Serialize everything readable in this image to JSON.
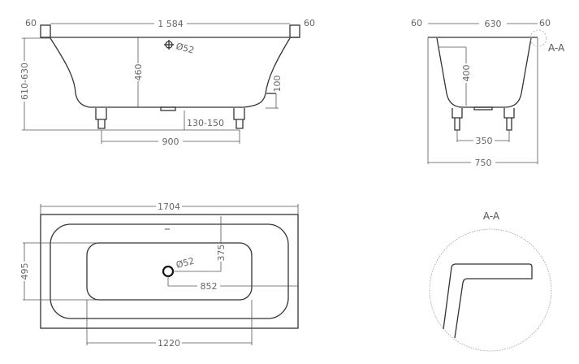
{
  "side_view": {
    "rim_left": "60",
    "length_inner": "1 584",
    "rim_right": "60",
    "total_height": "610-630",
    "depth": "460",
    "drain_diameter": "Ø52",
    "step_height": "100",
    "foot_height": "130-150",
    "feet_spacing": "900"
  },
  "end_view": {
    "rim_left": "60",
    "width_inner": "630",
    "rim_right": "60",
    "depth": "400",
    "feet_spacing": "350",
    "total_width": "750",
    "section_label": "A-A"
  },
  "plan_view": {
    "total_length": "1704",
    "basin_width": "495",
    "drain_offset_y": "375",
    "drain_diameter": "Ø52",
    "drain_offset_x": "852",
    "basin_length": "1220"
  },
  "detail": {
    "title": "A-A"
  }
}
